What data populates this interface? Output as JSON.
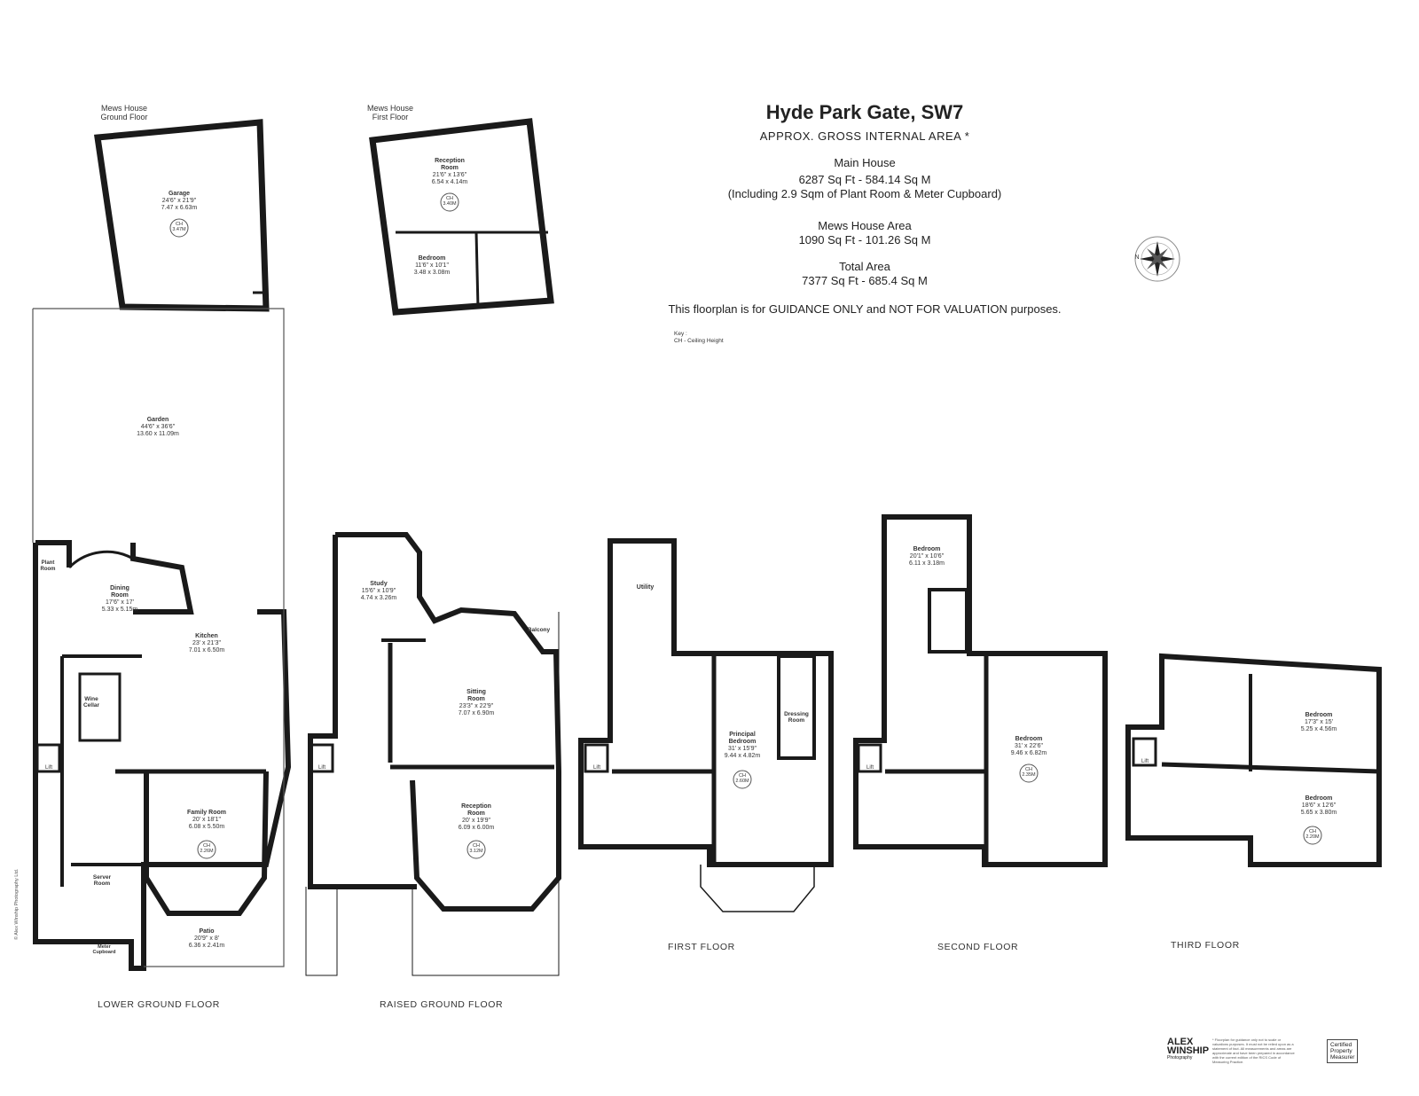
{
  "header": {
    "title": "Hyde Park Gate, SW7",
    "subtitle": "APPROX. GROSS INTERNAL AREA *",
    "main_house_label": "Main House",
    "main_house_area": "6287 Sq Ft  -  584.14 Sq M",
    "main_house_note": "(Including 2.9 Sqm of Plant Room & Meter Cupboard)",
    "mews_label": "Mews House Area",
    "mews_area": "1090 Sq Ft  -  101.26 Sq M",
    "total_label": "Total Area",
    "total_area": "7377 Sq Ft  -  685.4 Sq M",
    "guidance": "This floorplan is for GUIDANCE ONLY and NOT FOR VALUATION purposes."
  },
  "key": {
    "line1": "Key :",
    "line2": "CH - Ceiling Height"
  },
  "compass": {
    "north": "N"
  },
  "mews_ground": {
    "heading1": "Mews House",
    "heading2": "Ground Floor",
    "garage": {
      "name": "Garage",
      "imperial": "24'6\" x 21'9\"",
      "metric": "7.47 x 6.63m",
      "ch1": "CH",
      "ch2": "3.47M"
    }
  },
  "mews_first": {
    "heading1": "Mews House",
    "heading2": "First Floor",
    "reception": {
      "name": "Reception",
      "name2": "Room",
      "imperial": "21'6\" x 13'6\"",
      "metric": "6.54 x 4.14m",
      "ch1": "CH",
      "ch2": "3.40M"
    },
    "bedroom": {
      "name": "Bedroom",
      "imperial": "11'6\" x 10'1\"",
      "metric": "3.48 x 3.08m"
    }
  },
  "lower_ground": {
    "caption": "LOWER GROUND FLOOR",
    "garden": {
      "name": "Garden",
      "imperial": "44'6\" x 36'6\"",
      "metric": "13.60 x 11.09m"
    },
    "plant": {
      "name": "Plant",
      "name2": "Room"
    },
    "dining": {
      "name": "Dining",
      "name2": "Room",
      "imperial": "17'6\" x 17'",
      "metric": "5.33 x 5.15m"
    },
    "kitchen": {
      "name": "Kitchen",
      "imperial": "23' x 21'3\"",
      "metric": "7.01 x 6.50m"
    },
    "wine": {
      "name": "Wine",
      "name2": "Cellar"
    },
    "lift": "Lift",
    "family": {
      "name": "Family Room",
      "imperial": "20' x 18'1\"",
      "metric": "6.08 x 5.50m",
      "ch1": "CH",
      "ch2": "2.26M"
    },
    "server": {
      "name": "Server",
      "name2": "Room"
    },
    "patio": {
      "name": "Patio",
      "imperial": "20'9\" x 8'",
      "metric": "6.36 x 2.41m"
    },
    "meter": {
      "name": "Meter",
      "name2": "Cupboard"
    }
  },
  "raised_ground": {
    "caption": "RAISED GROUND FLOOR",
    "study": {
      "name": "Study",
      "imperial": "15'6\" x 10'9\"",
      "metric": "4.74 x 3.26m"
    },
    "balcony": "Balcony",
    "sitting": {
      "name": "Sitting",
      "name2": "Room",
      "imperial": "23'3\" x 22'9\"",
      "metric": "7.07 x 6.90m"
    },
    "reception": {
      "name": "Reception",
      "name2": "Room",
      "imperial": "20' x 19'9\"",
      "metric": "6.09 x 6.00m",
      "ch1": "CH",
      "ch2": "3.12M"
    },
    "lift": "Lift"
  },
  "first": {
    "caption": "FIRST FLOOR",
    "utility": "Utility",
    "principal": {
      "name": "Principal",
      "name2": "Bedroom",
      "imperial": "31' x 15'9\"",
      "metric": "9.44 x 4.82m",
      "ch1": "CH",
      "ch2": "2.60M"
    },
    "dressing": {
      "name": "Dressing",
      "name2": "Room"
    },
    "lift": "Lift"
  },
  "second": {
    "caption": "SECOND FLOOR",
    "bedroom_top": {
      "name": "Bedroom",
      "imperial": "20'1\" x 10'6\"",
      "metric": "6.11 x 3.18m"
    },
    "bedroom_main": {
      "name": "Bedroom",
      "imperial": "31' x 22'6\"",
      "metric": "9.46 x 6.82m",
      "ch1": "CH",
      "ch2": "2.35M"
    },
    "lift": "Lift"
  },
  "third": {
    "caption": "THIRD FLOOR",
    "bedroom1": {
      "name": "Bedroom",
      "imperial": "17'3\" x 15'",
      "metric": "5.25 x 4.56m"
    },
    "bedroom2": {
      "name": "Bedroom",
      "imperial": "18'6\" x 12'6\"",
      "metric": "5.65 x 3.80m",
      "ch1": "CH",
      "ch2": "2.20M"
    },
    "lift": "Lift"
  },
  "footer": {
    "copyright": "© Alex Winship Photography Ltd.",
    "logo1": "ALEX",
    "logo2": "WINSHIP",
    "logo3": "Photography",
    "disclaimer": "* Floorplan for guidance only not to scale or valuations purposes. It must not be relied upon as a statement of fact. All measurements and areas are approximate and have been prepared in accordance with the current edition of the RICS Code of Measuring Practice.",
    "rics1": "Certified",
    "rics2": "Property",
    "rics3": "Measurer"
  }
}
